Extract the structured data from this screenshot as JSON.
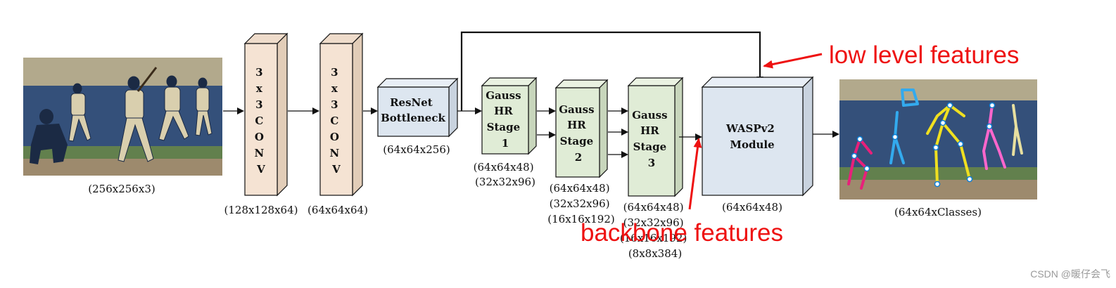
{
  "input_image": {
    "label": "(256x256x3)",
    "colors": {
      "wall": "#34507a",
      "field": "#9d8a6d",
      "grass": "#62804d",
      "stands": "#c9b98f"
    }
  },
  "conv1": {
    "label_chars": [
      "3",
      "x",
      "3",
      "C",
      "O",
      "N",
      "V"
    ],
    "dims": "(128x128x64)"
  },
  "conv2": {
    "label_chars": [
      "3",
      "x",
      "3",
      "C",
      "O",
      "N",
      "V"
    ],
    "dims": "(64x64x64)"
  },
  "resnet": {
    "lines": [
      "ResNet",
      "Bottleneck"
    ],
    "dims": "(64x64x256)"
  },
  "stage1": {
    "lines": [
      "Gauss",
      "HR",
      "Stage",
      "1"
    ],
    "dims": [
      "(64x64x48)",
      "(32x32x96)"
    ]
  },
  "stage2": {
    "lines": [
      "Gauss",
      "HR",
      "Stage",
      "2"
    ],
    "dims": [
      "(64x64x48)",
      "(32x32x96)",
      "(16x16x192)"
    ]
  },
  "stage3": {
    "lines": [
      "Gauss",
      "HR",
      "Stage",
      "3"
    ],
    "dims": [
      "(64x64x48)",
      "(32x32x96)",
      "(16x16x192)",
      "(8x8x384)"
    ]
  },
  "wasp": {
    "lines": [
      "WASPv2",
      "Module"
    ],
    "dims": "(64x64x48)"
  },
  "output_image": {
    "label": "(64x64xClasses)",
    "colors": {
      "yellow": "#f0e020",
      "pink": "#ff66cc",
      "magenta": "#e8207a",
      "cyan": "#33aaee"
    }
  },
  "annotations": {
    "low_level": "low level features",
    "backbone": "backbone features",
    "color": "#ee1111"
  },
  "watermark": "CSDN @暖仔会飞",
  "colors": {
    "conv_front": "#f5e3d3",
    "conv_side": "#e2cdb8",
    "conv_top": "#efdccb",
    "resnet_front": "#dde6f0",
    "stage_front": "#e0ecd6",
    "wasp_front": "#dde6f0"
  }
}
